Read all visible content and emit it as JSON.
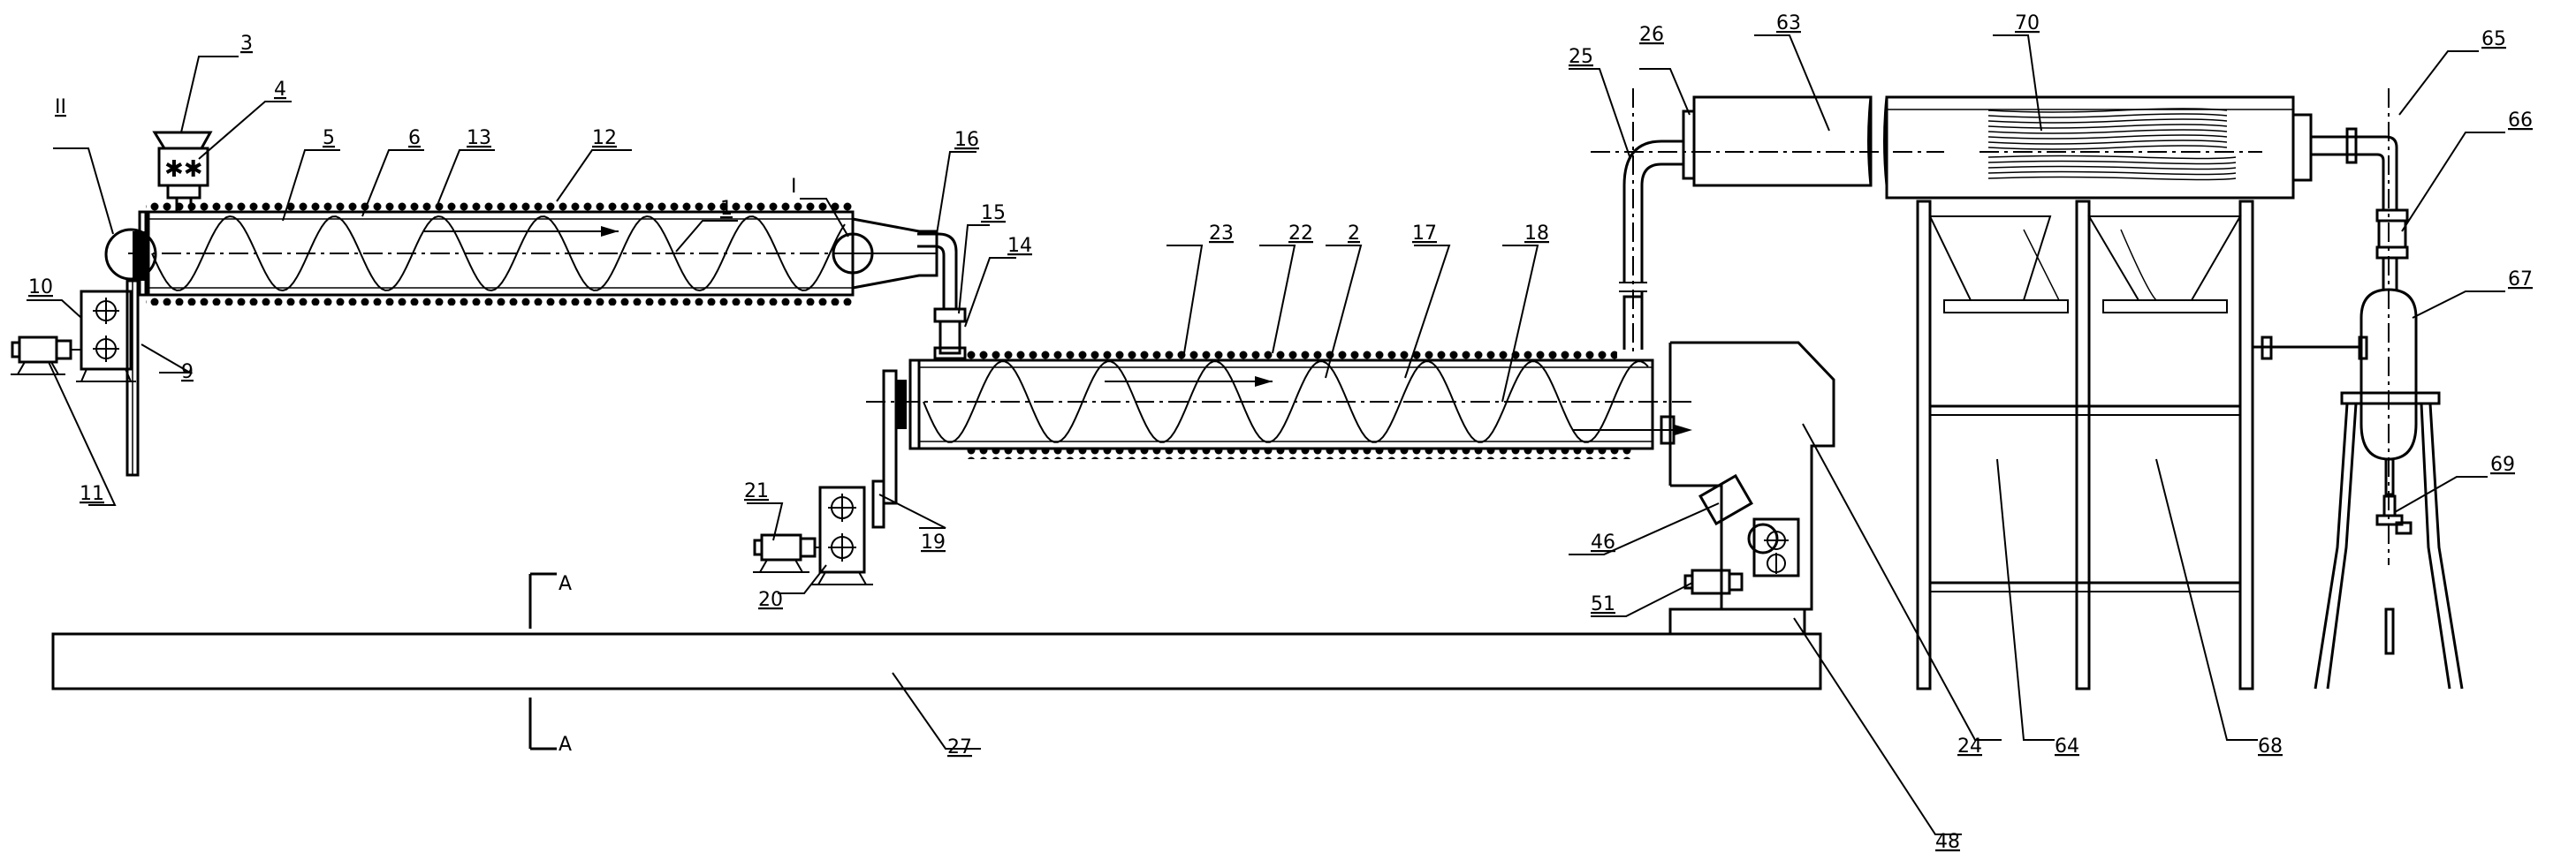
{
  "labels": [
    "II",
    "3",
    "4",
    "5",
    "6",
    "13",
    "12",
    "1",
    "I",
    "16",
    "15",
    "14",
    "10",
    "9",
    "11",
    "23",
    "22",
    "2",
    "17",
    "18",
    "25",
    "26",
    "63",
    "70",
    "65",
    "66",
    "67",
    "69",
    "21",
    "20",
    "19",
    "46",
    "51",
    "24",
    "64",
    "68",
    "48",
    "27",
    "A",
    "A"
  ],
  "colors": {
    "line": "#000000",
    "background": "#ffffff"
  }
}
